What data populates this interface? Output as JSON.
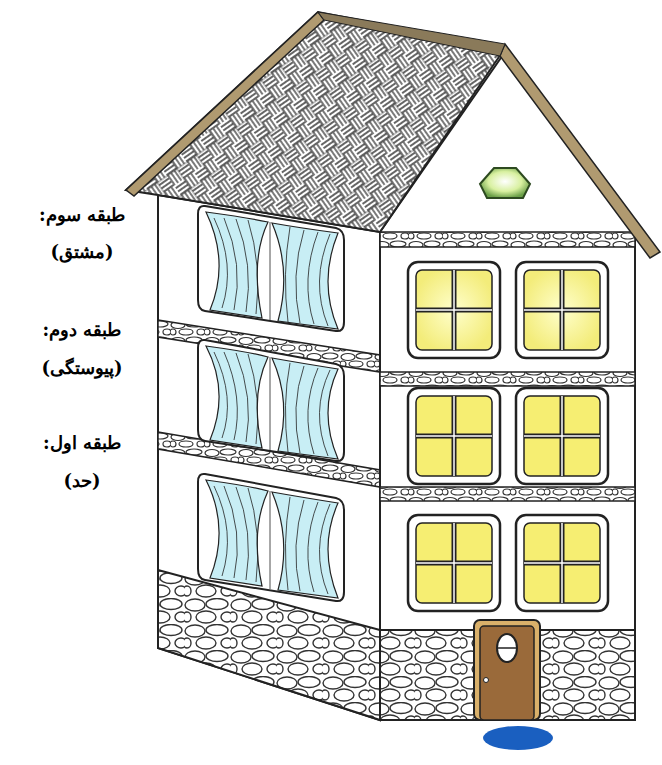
{
  "diagram": {
    "labels": [
      "طبقه سوم:",
      "(مشتق)",
      "طبقه دوم:",
      "(پیوستگی)",
      "طبقه اول:",
      "(حد)"
    ]
  }
}
